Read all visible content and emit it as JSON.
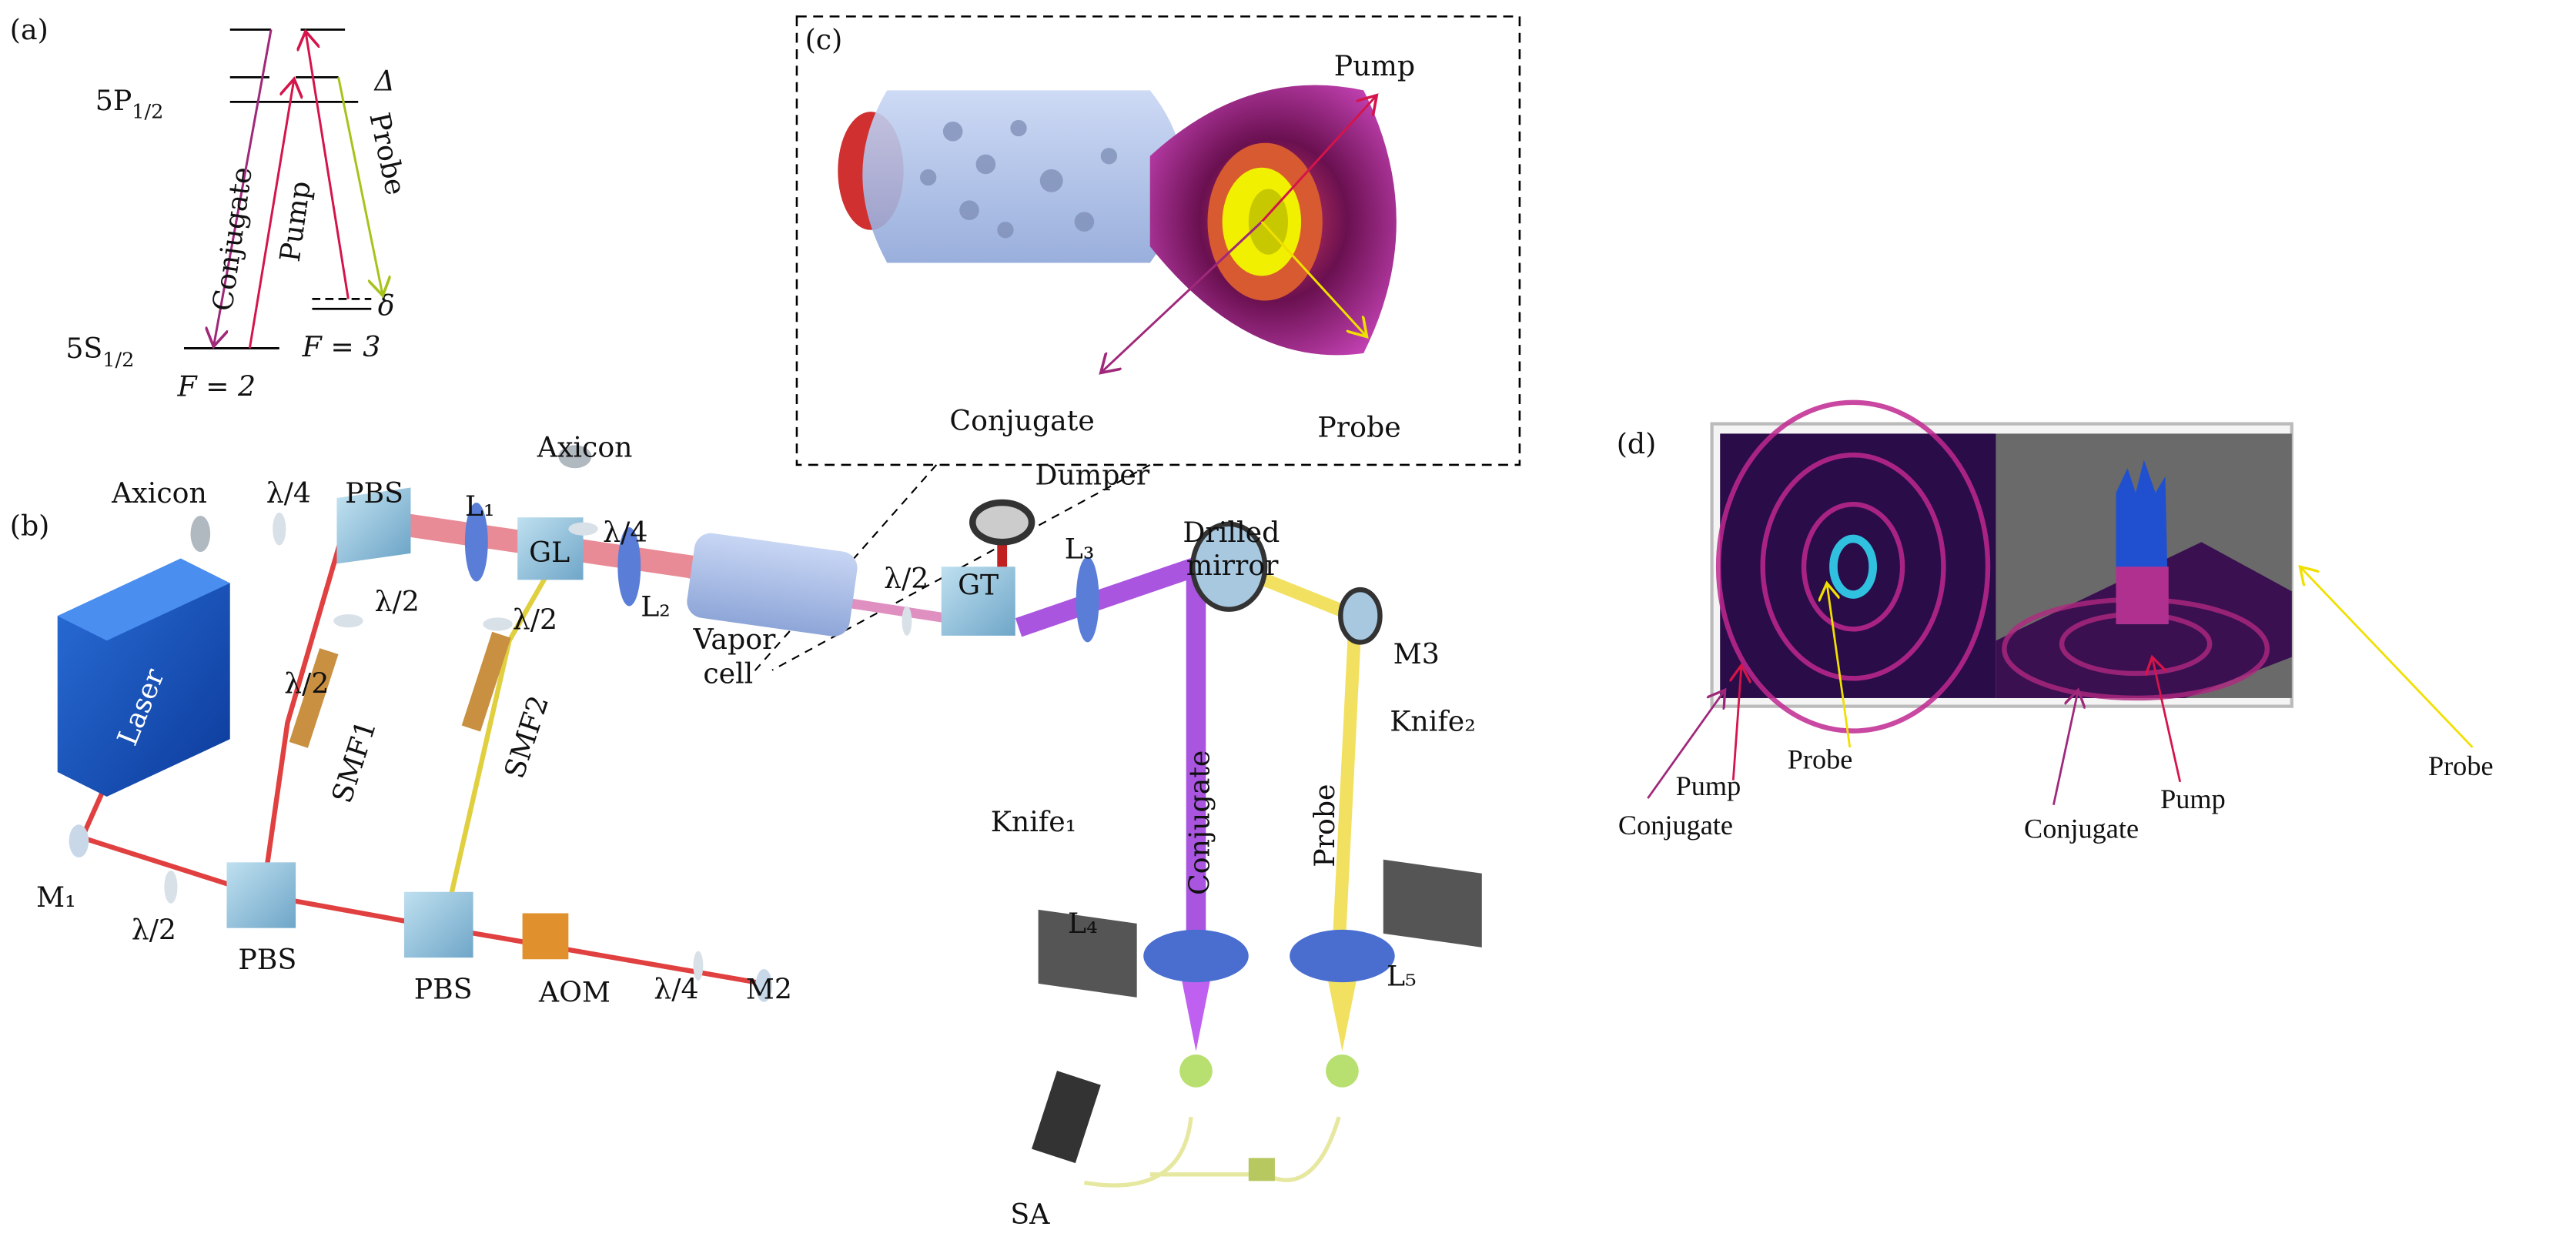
{
  "panels": {
    "a": "(a)",
    "b": "(b)",
    "c": "(c)",
    "d": "(d)"
  },
  "energy_levels": {
    "upper": {
      "main": "5P",
      "sub": "1/2"
    },
    "lower": {
      "main": "5S",
      "sub": "1/2"
    },
    "f2": "F = 2",
    "f3": "F = 3",
    "delta_upper": "Δ",
    "delta_lower": "δ",
    "conjugate": "Conjugate",
    "pump": "Pump",
    "probe": "Probe"
  },
  "setup": {
    "laser": "Laser",
    "axicon1": "Axicon",
    "axicon2": "Axicon",
    "qwp1": "λ/4",
    "qwp2": "λ/4",
    "qwp3": "λ/4",
    "hwp1": "λ/2",
    "hwp2": "λ/2",
    "hwp3": "λ/2",
    "hwp4": "λ/2",
    "hwp5": "λ/2",
    "pbs1": "PBS",
    "pbs2": "PBS",
    "pbs3": "PBS",
    "l1": "L₁",
    "l2": "L₂",
    "l3": "L₃",
    "l4": "L₄",
    "l5": "L₅",
    "gl": "GL",
    "gt": "GT",
    "smf1": "SMF1",
    "smf2": "SMF2",
    "vapor": [
      "Vapor",
      "cell"
    ],
    "dumper": "Dumper",
    "drilled": [
      "Drilled",
      "mirror"
    ],
    "m1": "M₁",
    "m2": "M2",
    "m3": "M3",
    "aom": "AOM",
    "knife1": "Knife₁",
    "knife2": "Knife₂",
    "conjugate": "Conjugate",
    "probe": "Probe",
    "sa": "SA"
  },
  "cell_inset": {
    "pump": "Pump",
    "conjugate": "Conjugate",
    "probe": "Probe"
  },
  "images": {
    "left": {
      "conjugate": "Conjugate",
      "pump": "Pump",
      "probe": "Probe"
    },
    "right": {
      "conjugate": "Conjugate",
      "pump": "Pump",
      "probe": "Probe"
    }
  },
  "colors": {
    "pump": "#d4144a",
    "conjugate": "#a0287a",
    "probe": "#b5cc1c",
    "probe_beam": "#f2e060",
    "conj_beam": "#a955e0",
    "component_blue": "#7ab0e0"
  }
}
